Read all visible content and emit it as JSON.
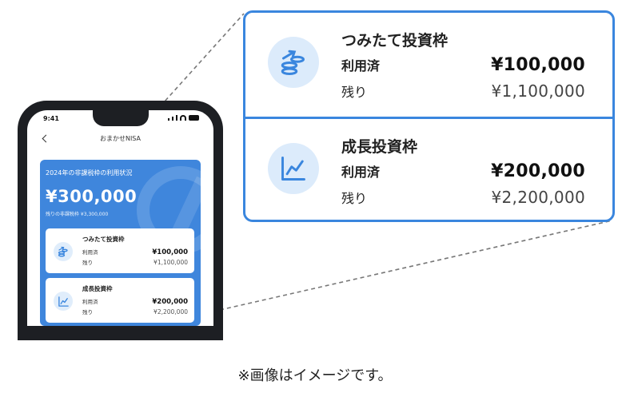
{
  "colors": {
    "accent": "#3a86de",
    "card_blue": "#3f86dc",
    "icon_bg": "#dcebfb",
    "phone_frame": "#1d1f23"
  },
  "phone": {
    "status_time": "9:41",
    "nav_title": "おまかせNISA",
    "summary": {
      "title": "2024年の非課税枠の利用状況",
      "used_amount": "¥300,000",
      "remaining_line": "残りの非課税枠 ¥3,300,000"
    },
    "frames": [
      {
        "name": "つみたて投資枠",
        "used_label": "利用済",
        "used": "¥100,000",
        "remaining_label": "残り",
        "remaining": "¥1,100,000",
        "icon": "coin-stack-growth-icon"
      },
      {
        "name": "成長投資枠",
        "used_label": "利用済",
        "used": "¥200,000",
        "remaining_label": "残り",
        "remaining": "¥2,200,000",
        "icon": "line-chart-icon"
      }
    ]
  },
  "zoom": {
    "frames": [
      {
        "name": "つみたて投資枠",
        "used_label": "利用済",
        "used": "¥100,000",
        "remaining_label": "残り",
        "remaining": "¥1,100,000",
        "icon": "coin-stack-growth-icon"
      },
      {
        "name": "成長投資枠",
        "used_label": "利用済",
        "used": "¥200,000",
        "remaining_label": "残り",
        "remaining": "¥2,200,000",
        "icon": "line-chart-icon"
      }
    ]
  },
  "caption": "※画像はイメージです。"
}
